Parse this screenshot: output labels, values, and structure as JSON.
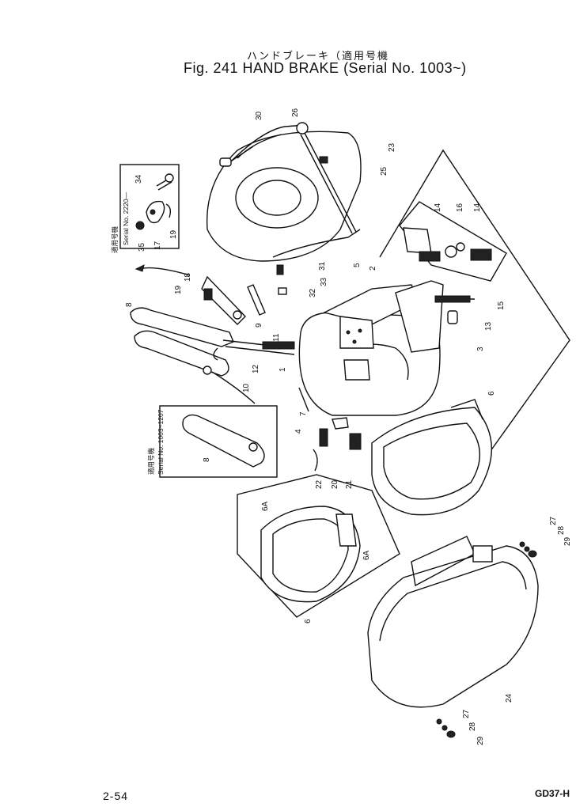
{
  "header": {
    "title_jp": "ハンドブレーキ（適用号機",
    "title": "Fig. 241 HAND BRAKE (Serial No. 1003~)"
  },
  "insets": {
    "inset_a_jp": "適用号機",
    "inset_a": "Serial No. 2220—",
    "inset_b_jp": "適用号機",
    "inset_b": "Serial No. 1003~1207"
  },
  "callouts": [
    "30",
    "26",
    "23",
    "25",
    "34",
    "35",
    "17",
    "19",
    "18",
    "19",
    "8",
    "9",
    "11",
    "12",
    "10",
    "5",
    "2",
    "31",
    "33",
    "32",
    "14",
    "16",
    "14",
    "15",
    "13",
    "3",
    "1",
    "7",
    "4",
    "20",
    "21",
    "22",
    "6",
    "6A",
    "6A",
    "6",
    "8",
    "27",
    "28",
    "29",
    "24",
    "27",
    "28",
    "29"
  ],
  "footer": {
    "page": "2-54",
    "code": "GD37-H"
  }
}
